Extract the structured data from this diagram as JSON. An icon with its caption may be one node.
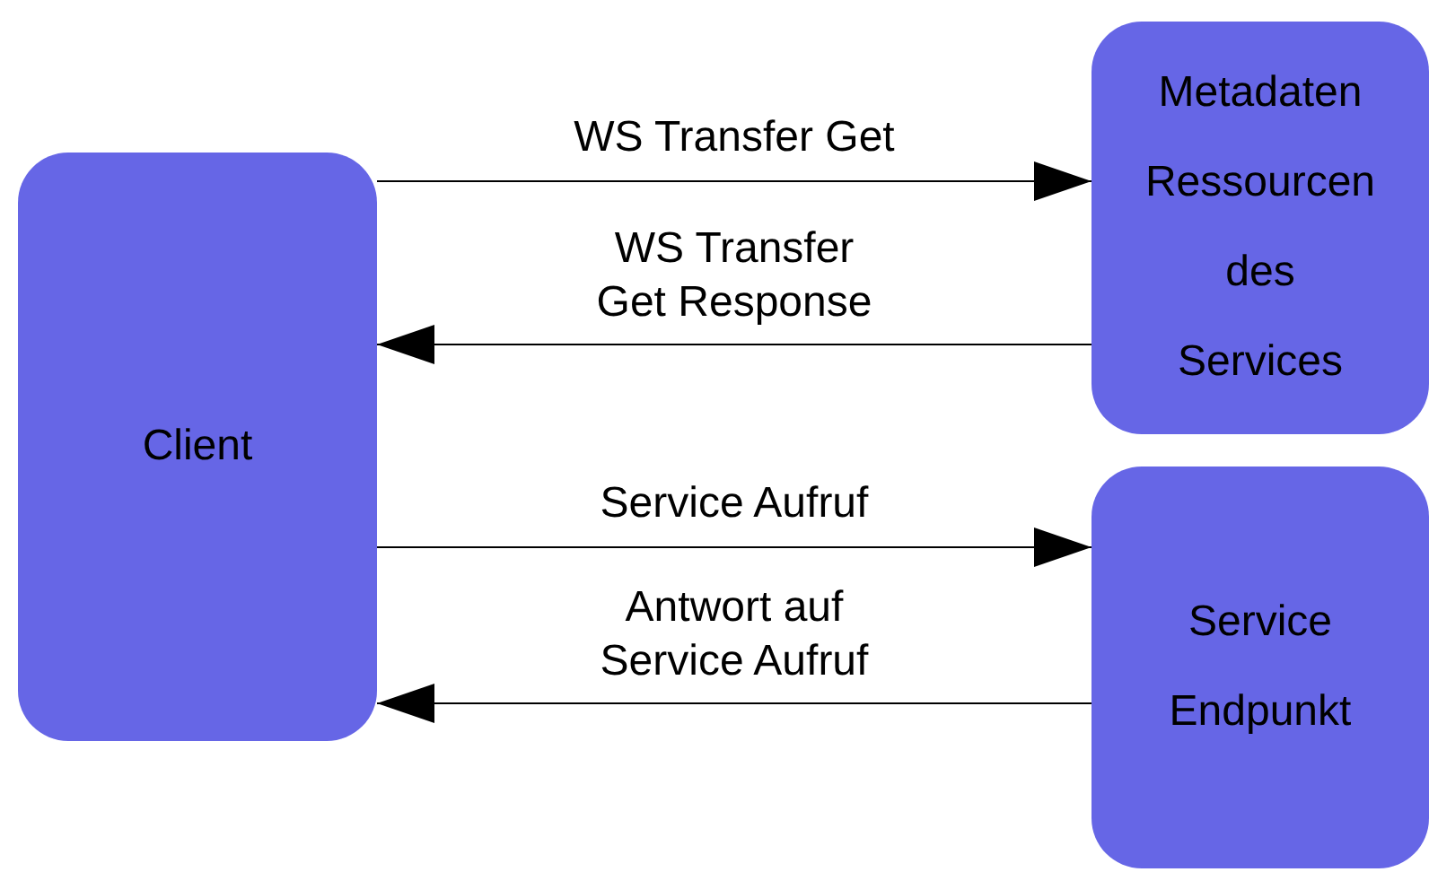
{
  "diagram": {
    "nodes": [
      {
        "text": [
          "Client"
        ]
      },
      {
        "text": [
          "Metadaten Ressourcen des Services"
        ]
      },
      {
        "text": [
          "Service Endpunkt"
        ]
      }
    ],
    "edges": [
      {
        "from": 0,
        "to": 1,
        "arrow": "to",
        "label": "WS Transfer Get"
      },
      {
        "from": 1,
        "to": 0,
        "arrow": "to",
        "label": "WS Transfer Get Response"
      },
      {
        "from": 0,
        "to": 2,
        "arrow": "to",
        "label": "Service Aufruf"
      },
      {
        "from": 2,
        "to": 0,
        "arrow": "to",
        "label": "Antwort auf Service Aufruf"
      }
    ]
  }
}
